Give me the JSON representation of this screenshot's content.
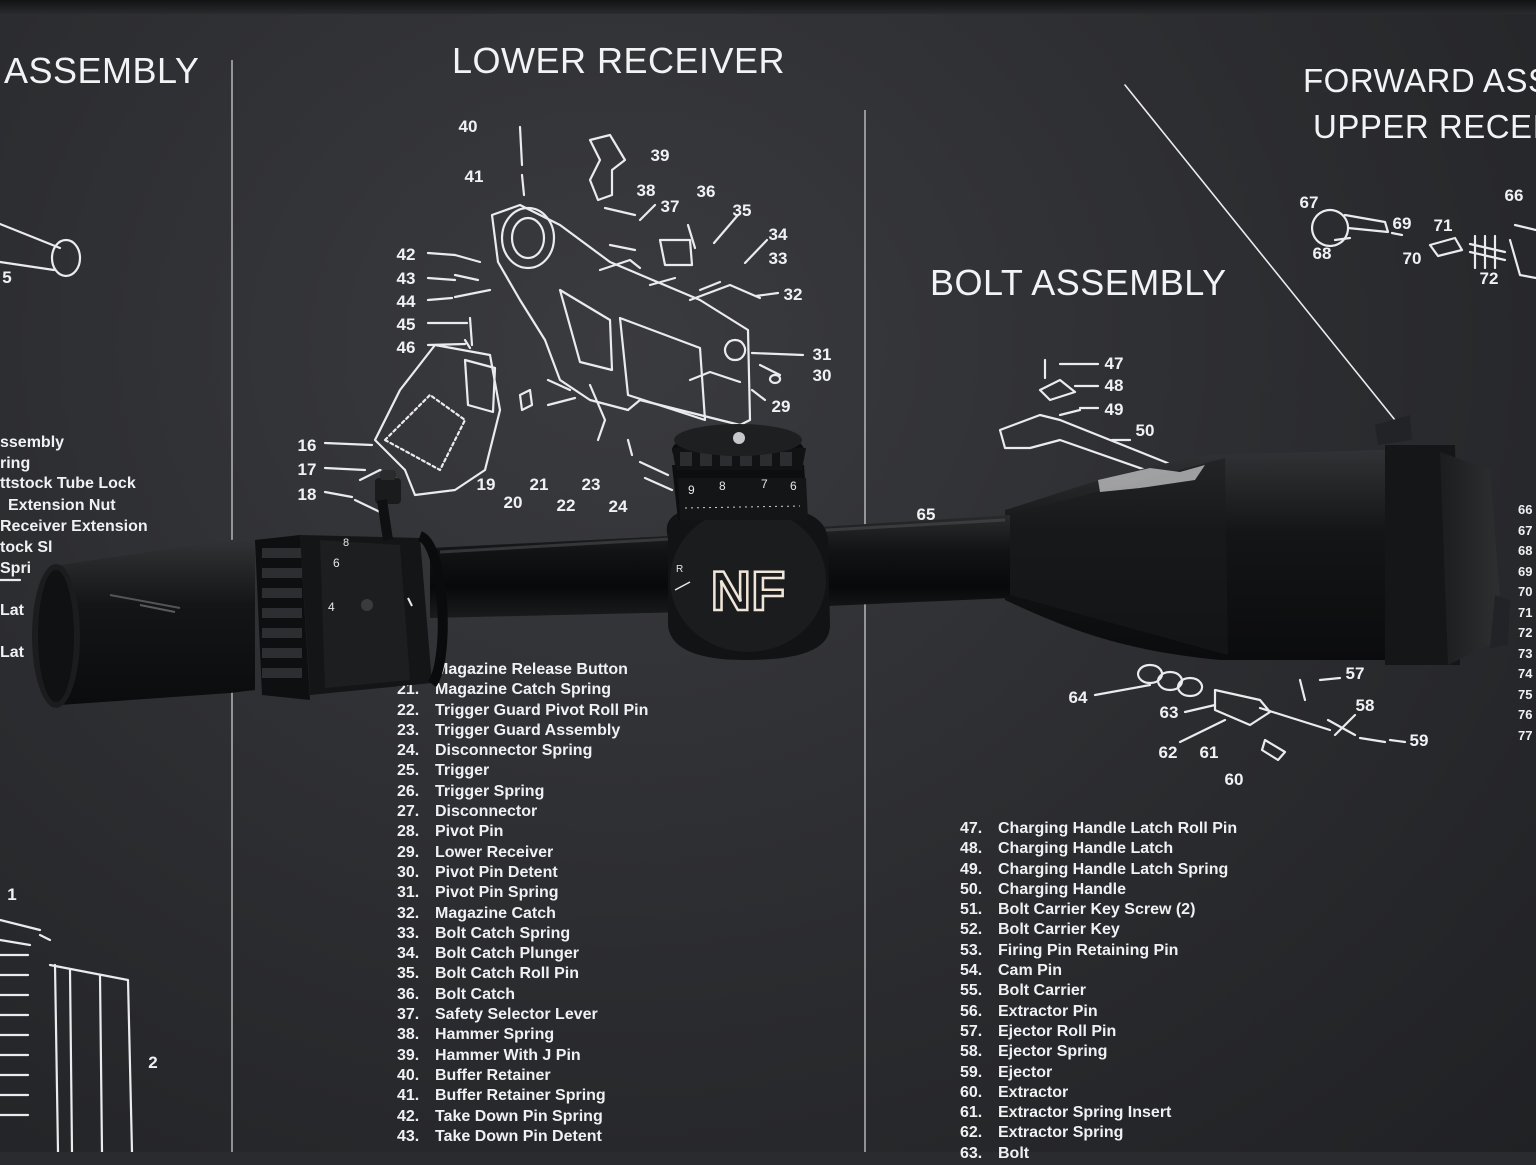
{
  "mat": {
    "headings": {
      "left": "ASSEMBLY",
      "lower": "LOWER RECEIVER",
      "bolt": "BOLT ASSEMBLY",
      "forward_line1": "FORWARD ASSIS",
      "forward_line2": "UPPER RECEIVE"
    },
    "left_edge_labels": [
      "ssembly",
      "ring",
      "ttstock Tube Lock",
      "Extension Nut",
      "Receiver Extension",
      "tock Sl",
      "Spri",
      "Lat",
      "Lat"
    ],
    "left_edge_numbers": [
      "5",
      "1",
      "2"
    ],
    "lower_callouts": [
      "40",
      "41",
      "39",
      "38",
      "37",
      "36",
      "35",
      "34",
      "33",
      "32",
      "31",
      "30",
      "29",
      "42",
      "43",
      "44",
      "45",
      "46",
      "16",
      "17",
      "18",
      "19",
      "20",
      "21",
      "22",
      "23",
      "24"
    ],
    "bolt_callouts": [
      "47",
      "48",
      "49",
      "50",
      "65",
      "57",
      "58",
      "59",
      "60",
      "61",
      "62",
      "63",
      "64"
    ],
    "forward_callouts": [
      "67",
      "68",
      "69",
      "70",
      "71",
      "72",
      "66"
    ],
    "right_edge_numbers": [
      "66",
      "67",
      "68",
      "69",
      "70",
      "71",
      "72",
      "73",
      "74",
      "75",
      "76",
      "77"
    ],
    "lower_parts": [
      {
        "n": "",
        "label": "Magazine Release Button"
      },
      {
        "n": "21.",
        "label": "Magazine Catch Spring"
      },
      {
        "n": "22.",
        "label": "Trigger Guard Pivot Roll Pin"
      },
      {
        "n": "23.",
        "label": "Trigger Guard Assembly"
      },
      {
        "n": "24.",
        "label": "Disconnector Spring"
      },
      {
        "n": "25.",
        "label": "Trigger"
      },
      {
        "n": "26.",
        "label": "Trigger Spring"
      },
      {
        "n": "27.",
        "label": "Disconnector"
      },
      {
        "n": "28.",
        "label": "Pivot Pin"
      },
      {
        "n": "29.",
        "label": "Lower Receiver"
      },
      {
        "n": "30.",
        "label": "Pivot Pin Detent"
      },
      {
        "n": "31.",
        "label": "Pivot Pin Spring"
      },
      {
        "n": "32.",
        "label": "Magazine Catch"
      },
      {
        "n": "33.",
        "label": "Bolt Catch Spring"
      },
      {
        "n": "34.",
        "label": "Bolt Catch Plunger"
      },
      {
        "n": "35.",
        "label": "Bolt Catch Roll Pin"
      },
      {
        "n": "36.",
        "label": "Bolt Catch"
      },
      {
        "n": "37.",
        "label": "Safety Selector Lever"
      },
      {
        "n": "38.",
        "label": "Hammer Spring"
      },
      {
        "n": "39.",
        "label": "Hammer With J Pin"
      },
      {
        "n": "40.",
        "label": "Buffer Retainer"
      },
      {
        "n": "41.",
        "label": "Buffer Retainer Spring"
      },
      {
        "n": "42.",
        "label": "Take Down Pin Spring"
      },
      {
        "n": "43.",
        "label": "Take Down Pin Detent"
      }
    ],
    "bolt_parts": [
      {
        "n": "47.",
        "label": "Charging Handle Latch Roll Pin"
      },
      {
        "n": "48.",
        "label": "Charging Handle Latch"
      },
      {
        "n": "49.",
        "label": "Charging Handle Latch Spring"
      },
      {
        "n": "50.",
        "label": "Charging Handle"
      },
      {
        "n": "51.",
        "label": "Bolt Carrier Key Screw (2)"
      },
      {
        "n": "52.",
        "label": "Bolt Carrier Key"
      },
      {
        "n": "53.",
        "label": "Firing Pin Retaining Pin"
      },
      {
        "n": "54.",
        "label": "Cam Pin"
      },
      {
        "n": "55.",
        "label": "Bolt Carrier"
      },
      {
        "n": "56.",
        "label": "Extractor Pin"
      },
      {
        "n": "57.",
        "label": "Ejector Roll Pin"
      },
      {
        "n": "58.",
        "label": "Ejector Spring"
      },
      {
        "n": "59.",
        "label": "Ejector"
      },
      {
        "n": "60.",
        "label": "Extractor"
      },
      {
        "n": "61.",
        "label": "Extractor Spring Insert"
      },
      {
        "n": "62.",
        "label": "Extractor Spring"
      },
      {
        "n": "63.",
        "label": "Bolt"
      }
    ]
  },
  "scope": {
    "logo": "NF",
    "turret_numbers": [
      "9",
      "8",
      "7",
      "6"
    ],
    "zoom_numbers": [
      "8",
      "6",
      "4"
    ],
    "side_letter": "R"
  }
}
